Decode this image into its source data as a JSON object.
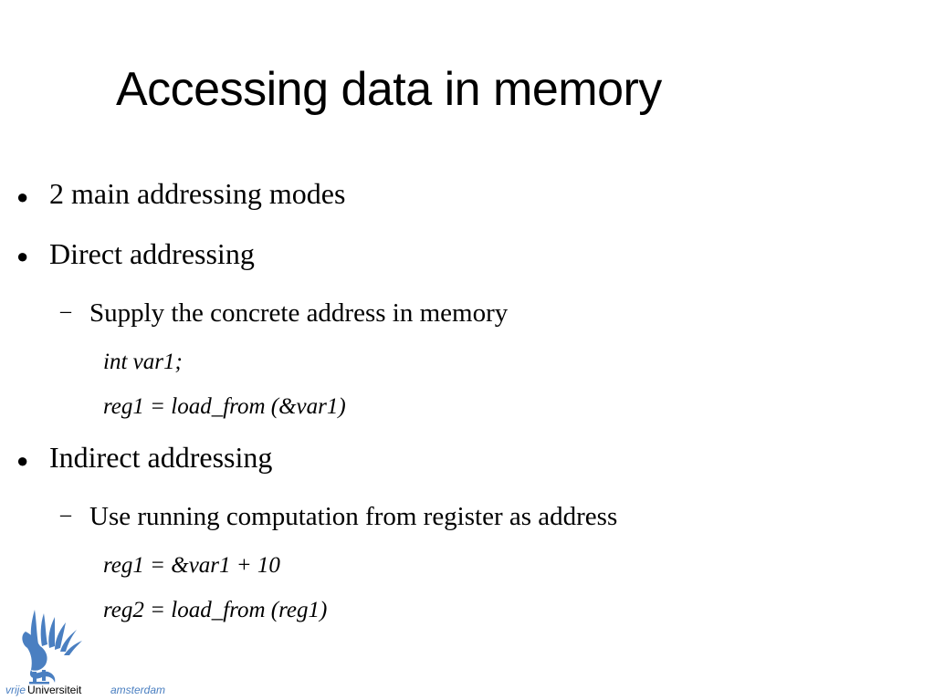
{
  "slide": {
    "title": "Accessing data in memory",
    "bullet_glyph": "●",
    "dash_glyph": "–",
    "items": [
      {
        "level": 1,
        "text": "2 main addressing modes"
      },
      {
        "level": 1,
        "text": "Direct addressing"
      },
      {
        "level": 2,
        "text": "Supply the concrete address in memory"
      },
      {
        "level": 3,
        "text": "int var1;"
      },
      {
        "level": 3,
        "text": "reg1 = load_from (&var1)"
      },
      {
        "level": 1,
        "text": "Indirect addressing"
      },
      {
        "level": 2,
        "text": "Use running computation from register as address"
      },
      {
        "level": 3,
        "text": "reg1 = &var1 + 10"
      },
      {
        "level": 3,
        "text": "reg2 = load_from (reg1)"
      }
    ]
  },
  "logo": {
    "text_vrije": "vrije",
    "text_universiteit": "Universiteit",
    "text_amsterdam": "amsterdam",
    "brand_color": "#4a7fc1"
  }
}
